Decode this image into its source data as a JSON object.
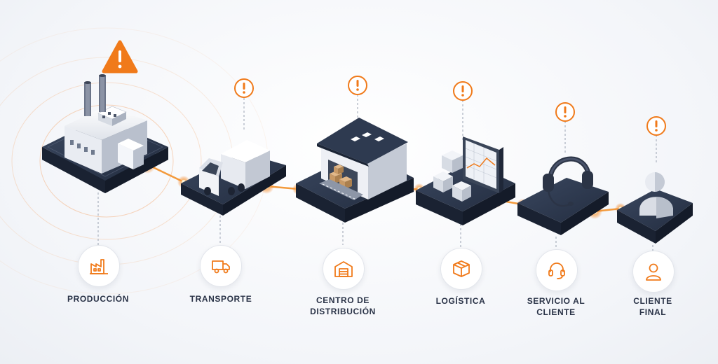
{
  "stages": [
    {
      "id": "produccion",
      "label": [
        "PRODUCCIÓN"
      ],
      "icon": "factory-icon",
      "alert": "major"
    },
    {
      "id": "transporte",
      "label": [
        "TRANSPORTE"
      ],
      "icon": "truck-icon",
      "alert": "minor"
    },
    {
      "id": "centro",
      "label": [
        "CENTRO DE",
        "DISTRIBUCIÓN"
      ],
      "icon": "warehouse-icon",
      "alert": "minor"
    },
    {
      "id": "logistica",
      "label": [
        "LOGÍSTICA"
      ],
      "icon": "box-icon",
      "alert": "minor"
    },
    {
      "id": "servicio",
      "label": [
        "SERVICIO AL",
        "CLIENTE"
      ],
      "icon": "headset-icon",
      "alert": "minor"
    },
    {
      "id": "cliente",
      "label": [
        "CLIENTE",
        "FINAL"
      ],
      "icon": "user-icon",
      "alert": "minor"
    }
  ],
  "colors": {
    "accent": "#f07a1a",
    "platform_top": "#2e3a50",
    "platform_side": "#1c2536",
    "text": "#2a3347"
  }
}
